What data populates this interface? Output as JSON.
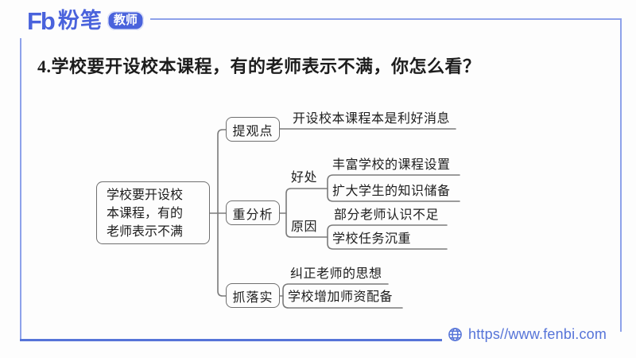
{
  "brand": {
    "mark": "Fb",
    "name": "粉笔",
    "badge": "教师"
  },
  "title": "4.学校要开设校本课程，有的老师表示不满，你怎么看？",
  "mindmap": {
    "root": {
      "text": "学校要开设校本课程，有的老师表示不满",
      "lines": [
        "学校要开设校",
        "本课程，有的",
        "老师表示不满"
      ]
    },
    "branches": [
      {
        "label": "提观点",
        "leaves": [
          "开设校本课程本是利好消息"
        ]
      },
      {
        "label": "重分析",
        "groups": [
          {
            "label": "好处",
            "leaves": [
              "丰富学校的课程设置",
              "扩大学生的知识储备"
            ]
          },
          {
            "label": "原因",
            "leaves": [
              "部分老师认识不足",
              "学校任务沉重"
            ]
          }
        ]
      },
      {
        "label": "抓落实",
        "leaves": [
          "纠正老师的思想",
          "学校增加师资配备"
        ]
      }
    ]
  },
  "footer": {
    "url": "https//www.fenbi.com"
  },
  "colors": {
    "brand_blue": "#4a63dc",
    "frame_blue": "#8ea2ea",
    "frame_blue_bottom": "#5674d8",
    "diagram_line_gray": "#7b7b7b",
    "text_dark": "#1d1d1d"
  }
}
